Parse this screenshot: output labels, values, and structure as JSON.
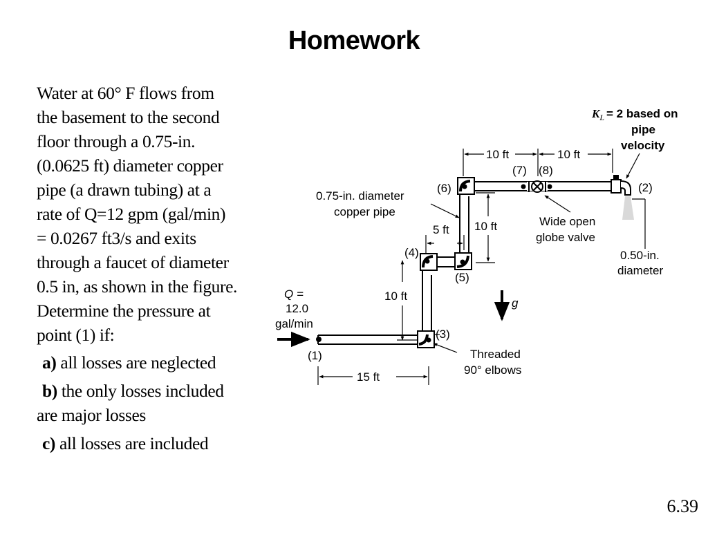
{
  "slide": {
    "title": "Homework",
    "number": "6.39"
  },
  "problem": {
    "lines": [
      "Water at 60° F flows from",
      "the basement to the second",
      "floor through a 0.75-in.",
      "(0.0625 ft) diameter copper",
      "pipe (a drawn tubing) at a",
      "rate of Q=12 gpm (gal/min)",
      "= 0.0267 ft3/s and exits",
      "through a faucet of diameter",
      "0.5 in, as shown in the figure.",
      "Determine the pressure at",
      "point (1) if:"
    ],
    "parts": [
      {
        "label": "a)",
        "text": " all losses are neglected"
      },
      {
        "label": "b)",
        "text": " the only losses included"
      },
      {
        "label": "",
        "text": "are   major losses"
      },
      {
        "label": "c)",
        "text": " all losses are included"
      }
    ]
  },
  "figure": {
    "q_symbol": "Q =",
    "q_value": "12.0",
    "q_unit": "gal/min",
    "points": [
      "(1)",
      "(2)",
      "(3)",
      "(4)",
      "(5)",
      "(6)",
      "(7)",
      "(8)"
    ],
    "dimensions": {
      "bottom_run": "15 ft",
      "riser_lower": "10 ft",
      "offset": "5 ft",
      "riser_upper": "10 ft",
      "top_left": "10 ft",
      "top_right": "10 ft"
    },
    "pipe_label_1": "0.75-in. diameter",
    "pipe_label_2": "copper pipe",
    "valve_label_1": "Wide open",
    "valve_label_2": "globe valve",
    "faucet_label_1": "0.50-in.",
    "faucet_label_2": "diameter",
    "kl_label_1": "= 2 based on",
    "kl_label_2": "pipe",
    "kl_label_3": "velocity",
    "elbow_label_1": "Threaded",
    "elbow_label_2": "90° elbows",
    "gravity": "g"
  }
}
